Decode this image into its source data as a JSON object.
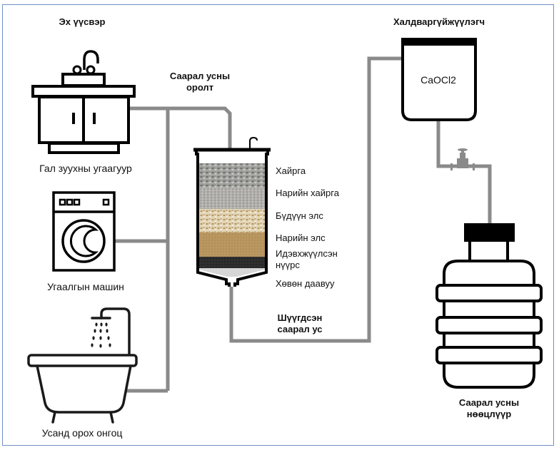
{
  "title_sources": "Эх үүсвэр",
  "sources": [
    {
      "id": "sink",
      "label": "Гал зуухны угаагуур",
      "icon": "kitchen-sink-icon"
    },
    {
      "id": "washer",
      "label": "Угаалгын машин",
      "icon": "washing-machine-icon"
    },
    {
      "id": "bathtub",
      "label": "Усанд орох онгоц",
      "icon": "bathtub-icon"
    }
  ],
  "inlet_label": [
    "Саарал усны",
    "оролт"
  ],
  "filter": {
    "icon": "filter-column-icon",
    "layers": [
      {
        "label": "Хайрга",
        "color": "#9a9a98"
      },
      {
        "label": "Нарийн хайрга",
        "color": "#a8a7a3"
      },
      {
        "label": "Бүдүүн элс",
        "color": "#d8c8a4"
      },
      {
        "label": "Нарийн элс",
        "color": "#b28f5a"
      },
      {
        "label": "Идэвхжүүлсэн нүүрс",
        "color": "#2a2a2a"
      },
      {
        "label": "Хөвөн даавуу",
        "color": "#d6d6d6"
      }
    ],
    "layer_label_lines": [
      "Хайрга",
      "Нарийн хайрга",
      "Бүдүүн элс",
      "Нарийн элс",
      "Идэвхжүүлсэн",
      "нүүрс",
      "Хөвөн даавуу"
    ]
  },
  "filtered_label": [
    "Шүүгдсэн",
    "саарал ус"
  ],
  "disinfectant": {
    "title": "Халдваргүйжүүлэгч",
    "chemical": "CaOCl2",
    "icon": "disinfectant-tank-icon"
  },
  "valve_icon": "valve-icon",
  "storage": {
    "label": [
      "Саарал усны",
      "нөөцлүүр"
    ],
    "icon": "storage-tank-icon"
  },
  "colors": {
    "pipe": "#8a8a8a",
    "outline": "#000000",
    "frame": "#6f8fc7"
  }
}
